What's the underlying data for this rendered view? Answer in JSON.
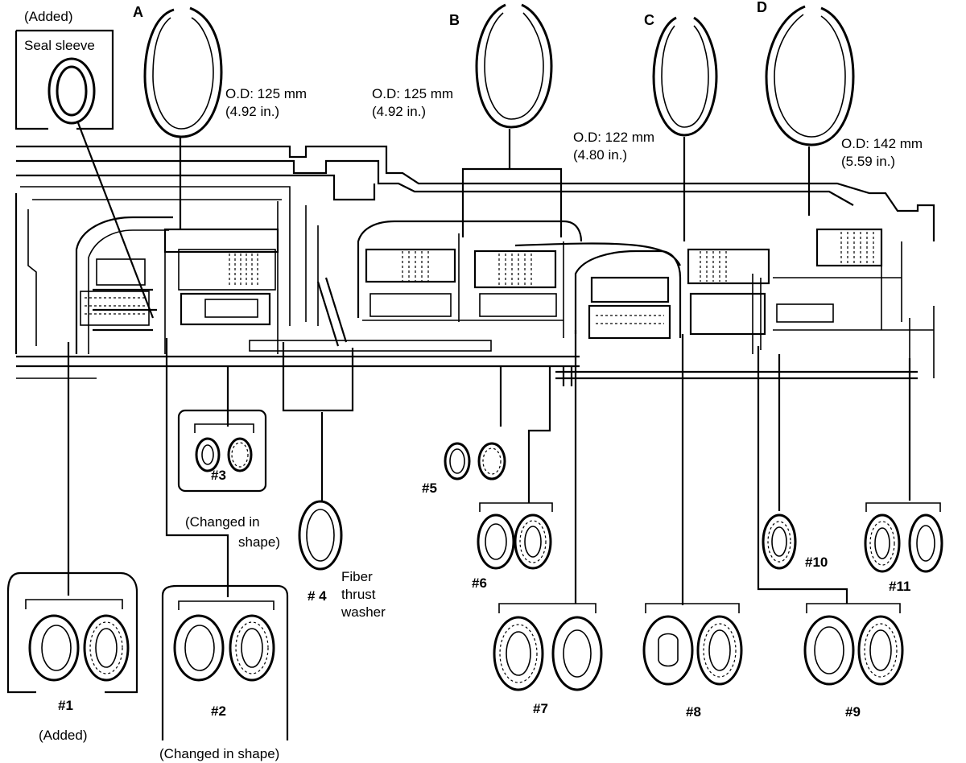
{
  "labels": {
    "added_top": "(Added)",
    "seal_sleeve": "Seal sleeve",
    "ring_a": "A",
    "ring_b": "B",
    "ring_c": "C",
    "ring_d": "D",
    "od_a_mm": "O.D: 125 mm",
    "od_a_in": "(4.92 in.)",
    "od_b_mm": "O.D: 125 mm",
    "od_b_in": "(4.92 in.)",
    "od_c_mm": "O.D: 122 mm",
    "od_c_in": "(4.80 in.)",
    "od_d_mm": "O.D: 142 mm",
    "od_d_in": "(5.59 in.)",
    "n1": "#1",
    "n2": "#2",
    "n3": "#3",
    "n4": "# 4",
    "n5": "#5",
    "n6": "#6",
    "n7": "#7",
    "n8": "#8",
    "n9": "#9",
    "n10": "#10",
    "n11": "#11",
    "added_bottom": "(Added)",
    "changed_shape_2": "(Changed in shape)",
    "changed_in_3": "(Changed in",
    "shape_3": "shape)",
    "fiber": "Fiber",
    "thrust": "thrust",
    "washer": "washer"
  },
  "colors": {
    "ink": "#000000",
    "paper": "#ffffff"
  }
}
